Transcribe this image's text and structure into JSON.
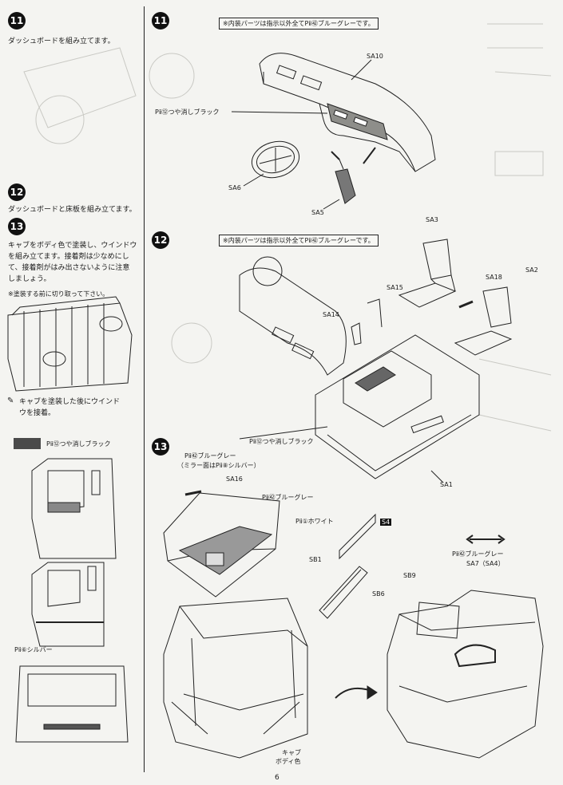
{
  "left_column": {
    "step11": {
      "number": "11",
      "text": "ダッシュボードを組み立てます。"
    },
    "step12": {
      "number": "12",
      "text": "ダッシュボードと床板を組み立てます。"
    },
    "step13": {
      "number": "13",
      "text_lines": [
        "キャブをボディ色で塗装し、ウインドウ",
        "を組み立てます。接着剤は少なめにし",
        "て、接着剤がはみ出さないように注意",
        "しましょう。"
      ],
      "note_cut": "※塗装する前に切り取って下さい。",
      "paint_note_lines": [
        "キャブを塗装した後にウインド",
        "ウを接着。"
      ],
      "swatch_label": "Pⅱ⑫つや消しブラック",
      "silver_label": "Pⅱ⑥シルバー"
    }
  },
  "right_column": {
    "panel11": {
      "number": "11",
      "note": "※内装パーツは指示以外全てPⅱ㊷ブルーグレーです。",
      "color_label": "Pⅱ⑫つや消しブラック",
      "parts": [
        "SA10",
        "SA6",
        "SA5"
      ]
    },
    "panel12": {
      "number": "12",
      "note": "※内装パーツは指示以外全てPⅱ㊷ブルーグレーです。",
      "color_label": "Pⅱ⑫つや消しブラック",
      "parts": [
        "SA3",
        "SA2",
        "SA15",
        "SA18",
        "SA14",
        "SA1"
      ]
    },
    "panel13": {
      "number": "13",
      "blue_gray_note": "Pⅱ㊷ブルーグレー",
      "mirror_note": "（ミラー面はPⅱ⑧シルバー）",
      "sa16": "SA16",
      "blue_gray2": "Pⅱ㊷ブルーグレー",
      "white_label": "Pⅱ①ホワイト",
      "s4": "S4",
      "sb1": "SB1",
      "sb6": "SB6",
      "cab_label_1": "キャブ",
      "cab_label_2": "ボディ色",
      "blue_gray3": "Pⅱ㊷ブルーグレー",
      "sa7": "SA7（SA4）",
      "sb9": "SB9"
    }
  },
  "page_number": "6"
}
